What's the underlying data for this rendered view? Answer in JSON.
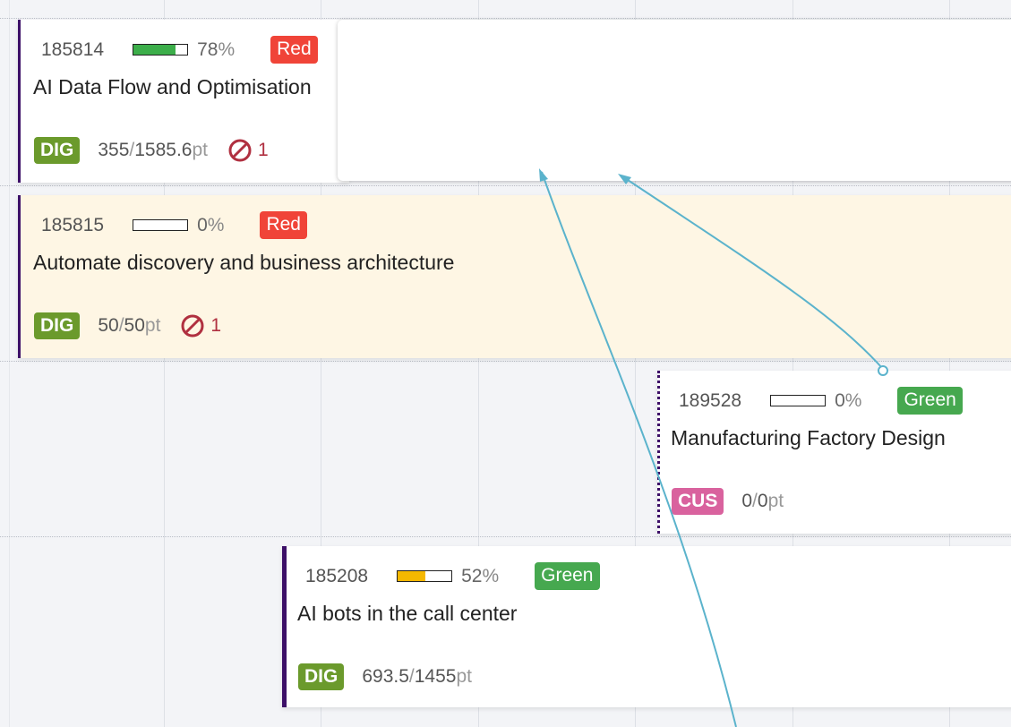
{
  "cards": [
    {
      "id": "185814",
      "progress_pct": 78,
      "progress_label": "78",
      "progress_color": "#3cae4a",
      "status": "Red",
      "status_color": "#f04438",
      "title": "AI Data Flow and Optimisation",
      "tag": "DIG",
      "tag_color": "#6b9a2c",
      "points_done": "355",
      "points_total": "1585.6",
      "points_unit": "pt",
      "blocked_count": "1"
    },
    {
      "id": "185815",
      "progress_pct": 0,
      "progress_label": "0",
      "progress_color": "#3cae4a",
      "status": "Red",
      "status_color": "#f04438",
      "title": "Automate discovery and business architecture",
      "tag": "DIG",
      "tag_color": "#6b9a2c",
      "points_done": "50",
      "points_total": "50",
      "points_unit": "pt",
      "blocked_count": "1"
    },
    {
      "id": "189528",
      "progress_pct": 0,
      "progress_label": "0",
      "progress_color": "#3cae4a",
      "status": "Green",
      "status_color": "#46a84f",
      "title": "Manufacturing Factory Design",
      "tag": "CUS",
      "tag_color": "#d9629e",
      "points_done": "0",
      "points_total": "0",
      "points_unit": "pt"
    },
    {
      "id": "185208",
      "progress_pct": 52,
      "progress_label": "52",
      "progress_color": "#f5b800",
      "status": "Green",
      "status_color": "#46a84f",
      "title": "AI bots in the call center",
      "tag": "DIG",
      "tag_color": "#6b9a2c",
      "points_done": "693.5",
      "points_total": "1455",
      "points_unit": "pt"
    }
  ],
  "percent_unit": "%",
  "points_separator": "/",
  "icons": {
    "blocked": "blocked-icon",
    "dependency_arrow": "dependency-arrow"
  },
  "colors": {
    "arrow": "#5bb3cc",
    "card_border": "#3d1068",
    "warn_background": "#fef6e4"
  }
}
